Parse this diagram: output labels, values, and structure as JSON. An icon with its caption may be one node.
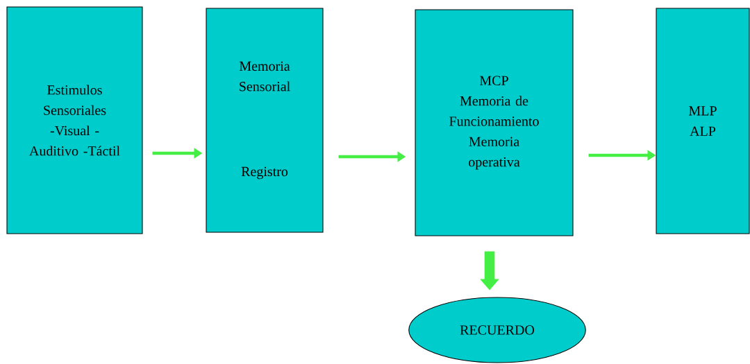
{
  "diagram": {
    "nodes": [
      {
        "text": [
          "Estimulos Sensoriales -Visual -Auditivo -Táctil"
        ]
      },
      {
        "text": [
          "Memoria Sensorial",
          "Registro"
        ]
      },
      {
        "text": [
          "MCP Memoria de Funcionamiento Memoria operativa"
        ]
      },
      {
        "text": [
          "MLP ALP"
        ]
      },
      {
        "text": [
          "RECUERDO"
        ]
      }
    ],
    "edges": [
      {
        "from": 0,
        "to": 1,
        "arrow": "to"
      },
      {
        "from": 1,
        "to": 2,
        "arrow": "to"
      },
      {
        "from": 2,
        "to": 3,
        "arrow": "to"
      },
      {
        "from": 2,
        "to": 4,
        "arrow": "to",
        "style": "thick"
      }
    ]
  }
}
